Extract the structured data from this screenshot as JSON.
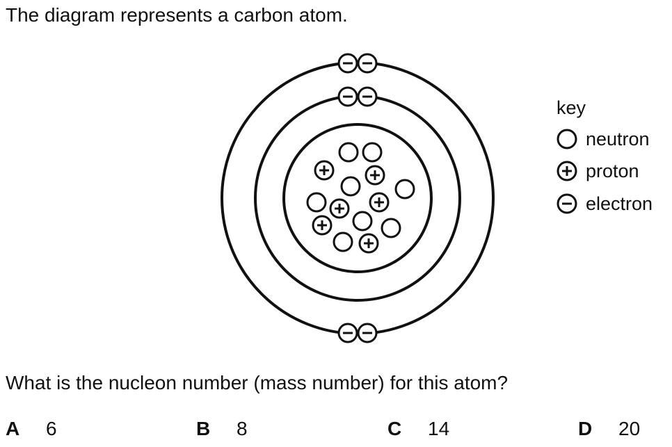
{
  "intro_text": "The diagram represents a carbon atom.",
  "diagram": {
    "nucleus": {
      "neutrons": 8,
      "protons": 6
    },
    "shells": [
      {
        "electrons": 2
      },
      {
        "electrons": 4
      }
    ]
  },
  "key": {
    "title": "key",
    "items": [
      {
        "symbol": "neutron-icon",
        "label": "neutron"
      },
      {
        "symbol": "proton-icon",
        "label": "proton"
      },
      {
        "symbol": "electron-icon",
        "label": "electron"
      }
    ]
  },
  "question": "What is the nucleon number (mass number) for this atom?",
  "options": [
    {
      "letter": "A",
      "value": "6"
    },
    {
      "letter": "B",
      "value": "8"
    },
    {
      "letter": "C",
      "value": "14"
    },
    {
      "letter": "D",
      "value": "20"
    }
  ]
}
